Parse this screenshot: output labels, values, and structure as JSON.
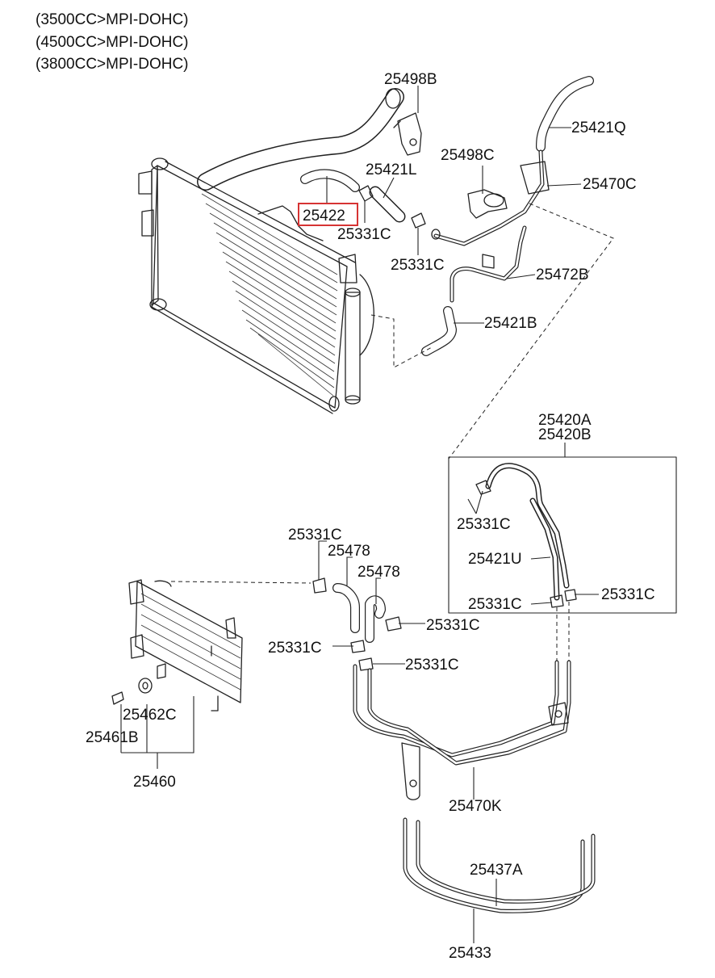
{
  "engine_variants": [
    "(3500CC>MPI-DOHC)",
    "(4500CC>MPI-DOHC)",
    "(3800CC>MPI-DOHC)"
  ],
  "highlight_color": "#d63333",
  "callouts": {
    "c25498B": "25498B",
    "c25421Q": "25421Q",
    "c25421L": "25421L",
    "c25498C": "25498C",
    "c25470C": "25470C",
    "c25422": "25422",
    "c25331C_a": "25331C",
    "c25331C_b": "25331C",
    "c25472B": "25472B",
    "c25421B": "25421B",
    "c25420A": "25420A",
    "c25420B": "25420B",
    "c25331C_c": "25331C",
    "c25421U": "25421U",
    "c25331C_d": "25331C",
    "c25331C_e": "25331C",
    "c25331C_f": "25331C",
    "c25478_a": "25478",
    "c25478_b": "25478",
    "c25331C_g": "25331C",
    "c25331C_h": "25331C",
    "c25331C_i": "25331C",
    "c25462C": "25462C",
    "c25461B": "25461B",
    "c25460": "25460",
    "c25470K": "25470K",
    "c25437A": "25437A",
    "c25433": "25433"
  }
}
